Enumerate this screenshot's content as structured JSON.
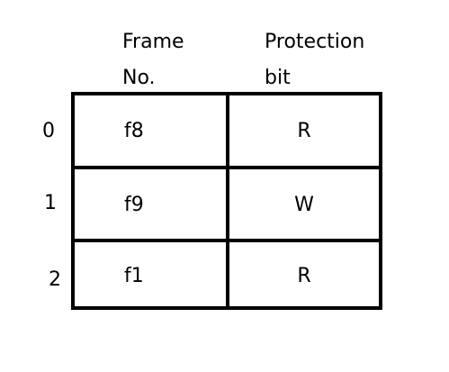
{
  "headers": {
    "frame_no_line1": "Frame",
    "frame_no_line2": "No.",
    "protection_bit_line1": "Protection",
    "protection_bit_line2": "bit"
  },
  "rows": [
    {
      "index": "0",
      "frame": "f8",
      "protection": "R"
    },
    {
      "index": "1",
      "frame": "f9",
      "protection": "W"
    },
    {
      "index": "2",
      "frame": "f1",
      "protection": "R"
    }
  ],
  "colors": {
    "line": "#000000",
    "background": "#ffffff"
  }
}
